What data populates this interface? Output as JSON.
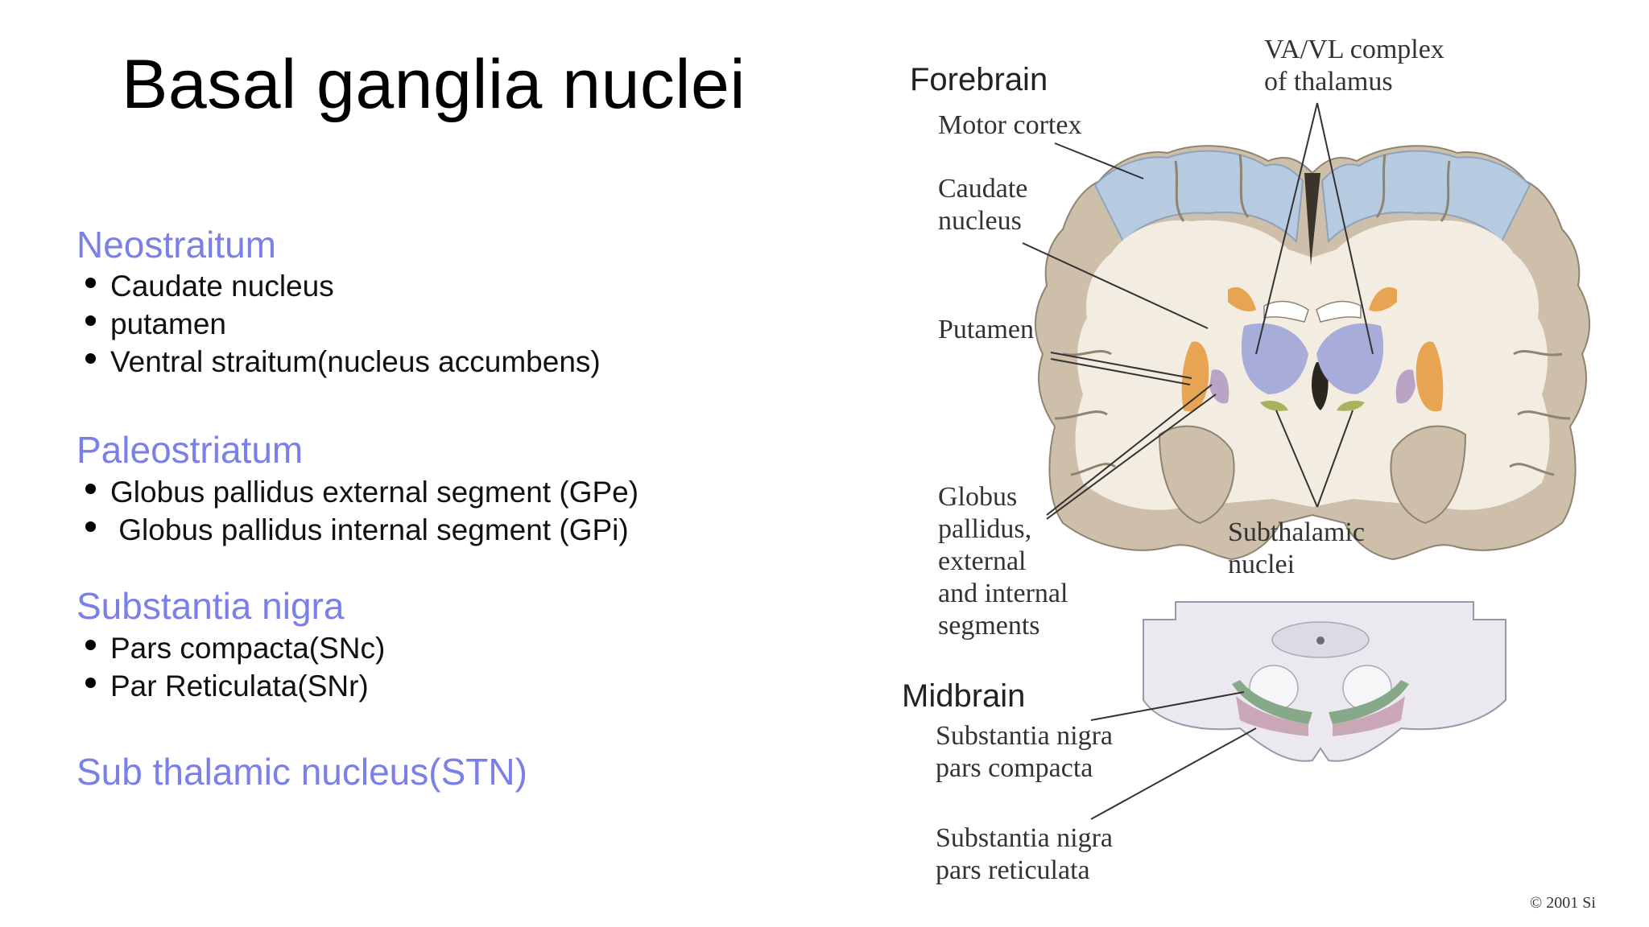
{
  "slide": {
    "title": "Basal ganglia nuclei",
    "sections": [
      {
        "heading": "Neostraitum",
        "items": [
          "Caudate nucleus",
          "putamen",
          "Ventral straitum(nucleus accumbens)"
        ]
      },
      {
        "heading": "Paleostriatum",
        "items": [
          "Globus pallidus external segment (GPe)",
          " Globus pallidus internal segment (GPi)"
        ]
      },
      {
        "heading": "Substantia nigra",
        "items": [
          "Pars compacta(SNc)",
          "Par Reticulata(SNr)"
        ]
      },
      {
        "heading": "Sub thalamic nucleus(STN)",
        "items": []
      }
    ]
  },
  "diagram": {
    "forebrain": "Forebrain",
    "midbrain": "Midbrain",
    "vavl": [
      "VA/VL complex",
      "of thalamus"
    ],
    "motor_cortex": "Motor cortex",
    "caudate": [
      "Caudate",
      "nucleus"
    ],
    "putamen": "Putamen",
    "globus": [
      "Globus",
      "pallidus,",
      "external",
      "and internal",
      "segments"
    ],
    "subthalamic": [
      "Subthalamic",
      "nuclei"
    ],
    "sn_compacta": [
      "Substantia nigra",
      "pars compacta"
    ],
    "sn_reticulata": [
      "Substantia nigra",
      "pars reticulata"
    ],
    "copyright": "© 2001 Si",
    "colors": {
      "cortex_blue": "#b7cbe0",
      "gray_matter": "#cdbfa9",
      "white_matter": "#f3ede1",
      "striatum_orange": "#e7a453",
      "thalamus_lavender": "#a7add8",
      "pallidus_mauve": "#b9a3c6",
      "subthalamic_green": "#a6b45c",
      "nigra_green": "#86a98a",
      "nigra_pink": "#c9a7b6"
    }
  }
}
